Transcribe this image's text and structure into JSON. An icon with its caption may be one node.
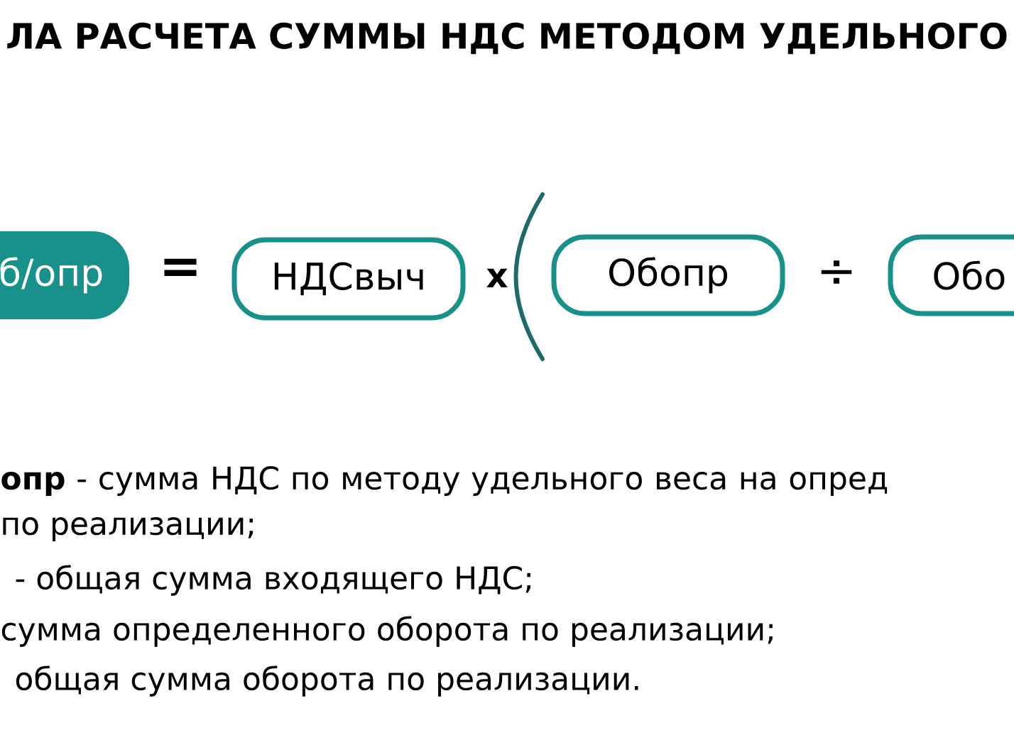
{
  "diagram": {
    "title": "ЛА РАСЧЕТА СУММЫ НДС МЕТОДОМ УДЕЛЬНОГО",
    "nodes": [
      {
        "text": [
          "б/опр"
        ]
      },
      {
        "text": [
          "НДСвыч"
        ]
      },
      {
        "text": [
          "Обопр"
        ]
      },
      {
        "text": [
          "Обо"
        ]
      }
    ],
    "labels": [
      "=",
      "x",
      "÷",
      "**опр** - сумма НДС по методу удельного веса на опред",
      "по реализации;",
      "- общая сумма входящего НДС;",
      "сумма определенного оборота по реализации;",
      "общая сумма оборота по реализации."
    ]
  }
}
